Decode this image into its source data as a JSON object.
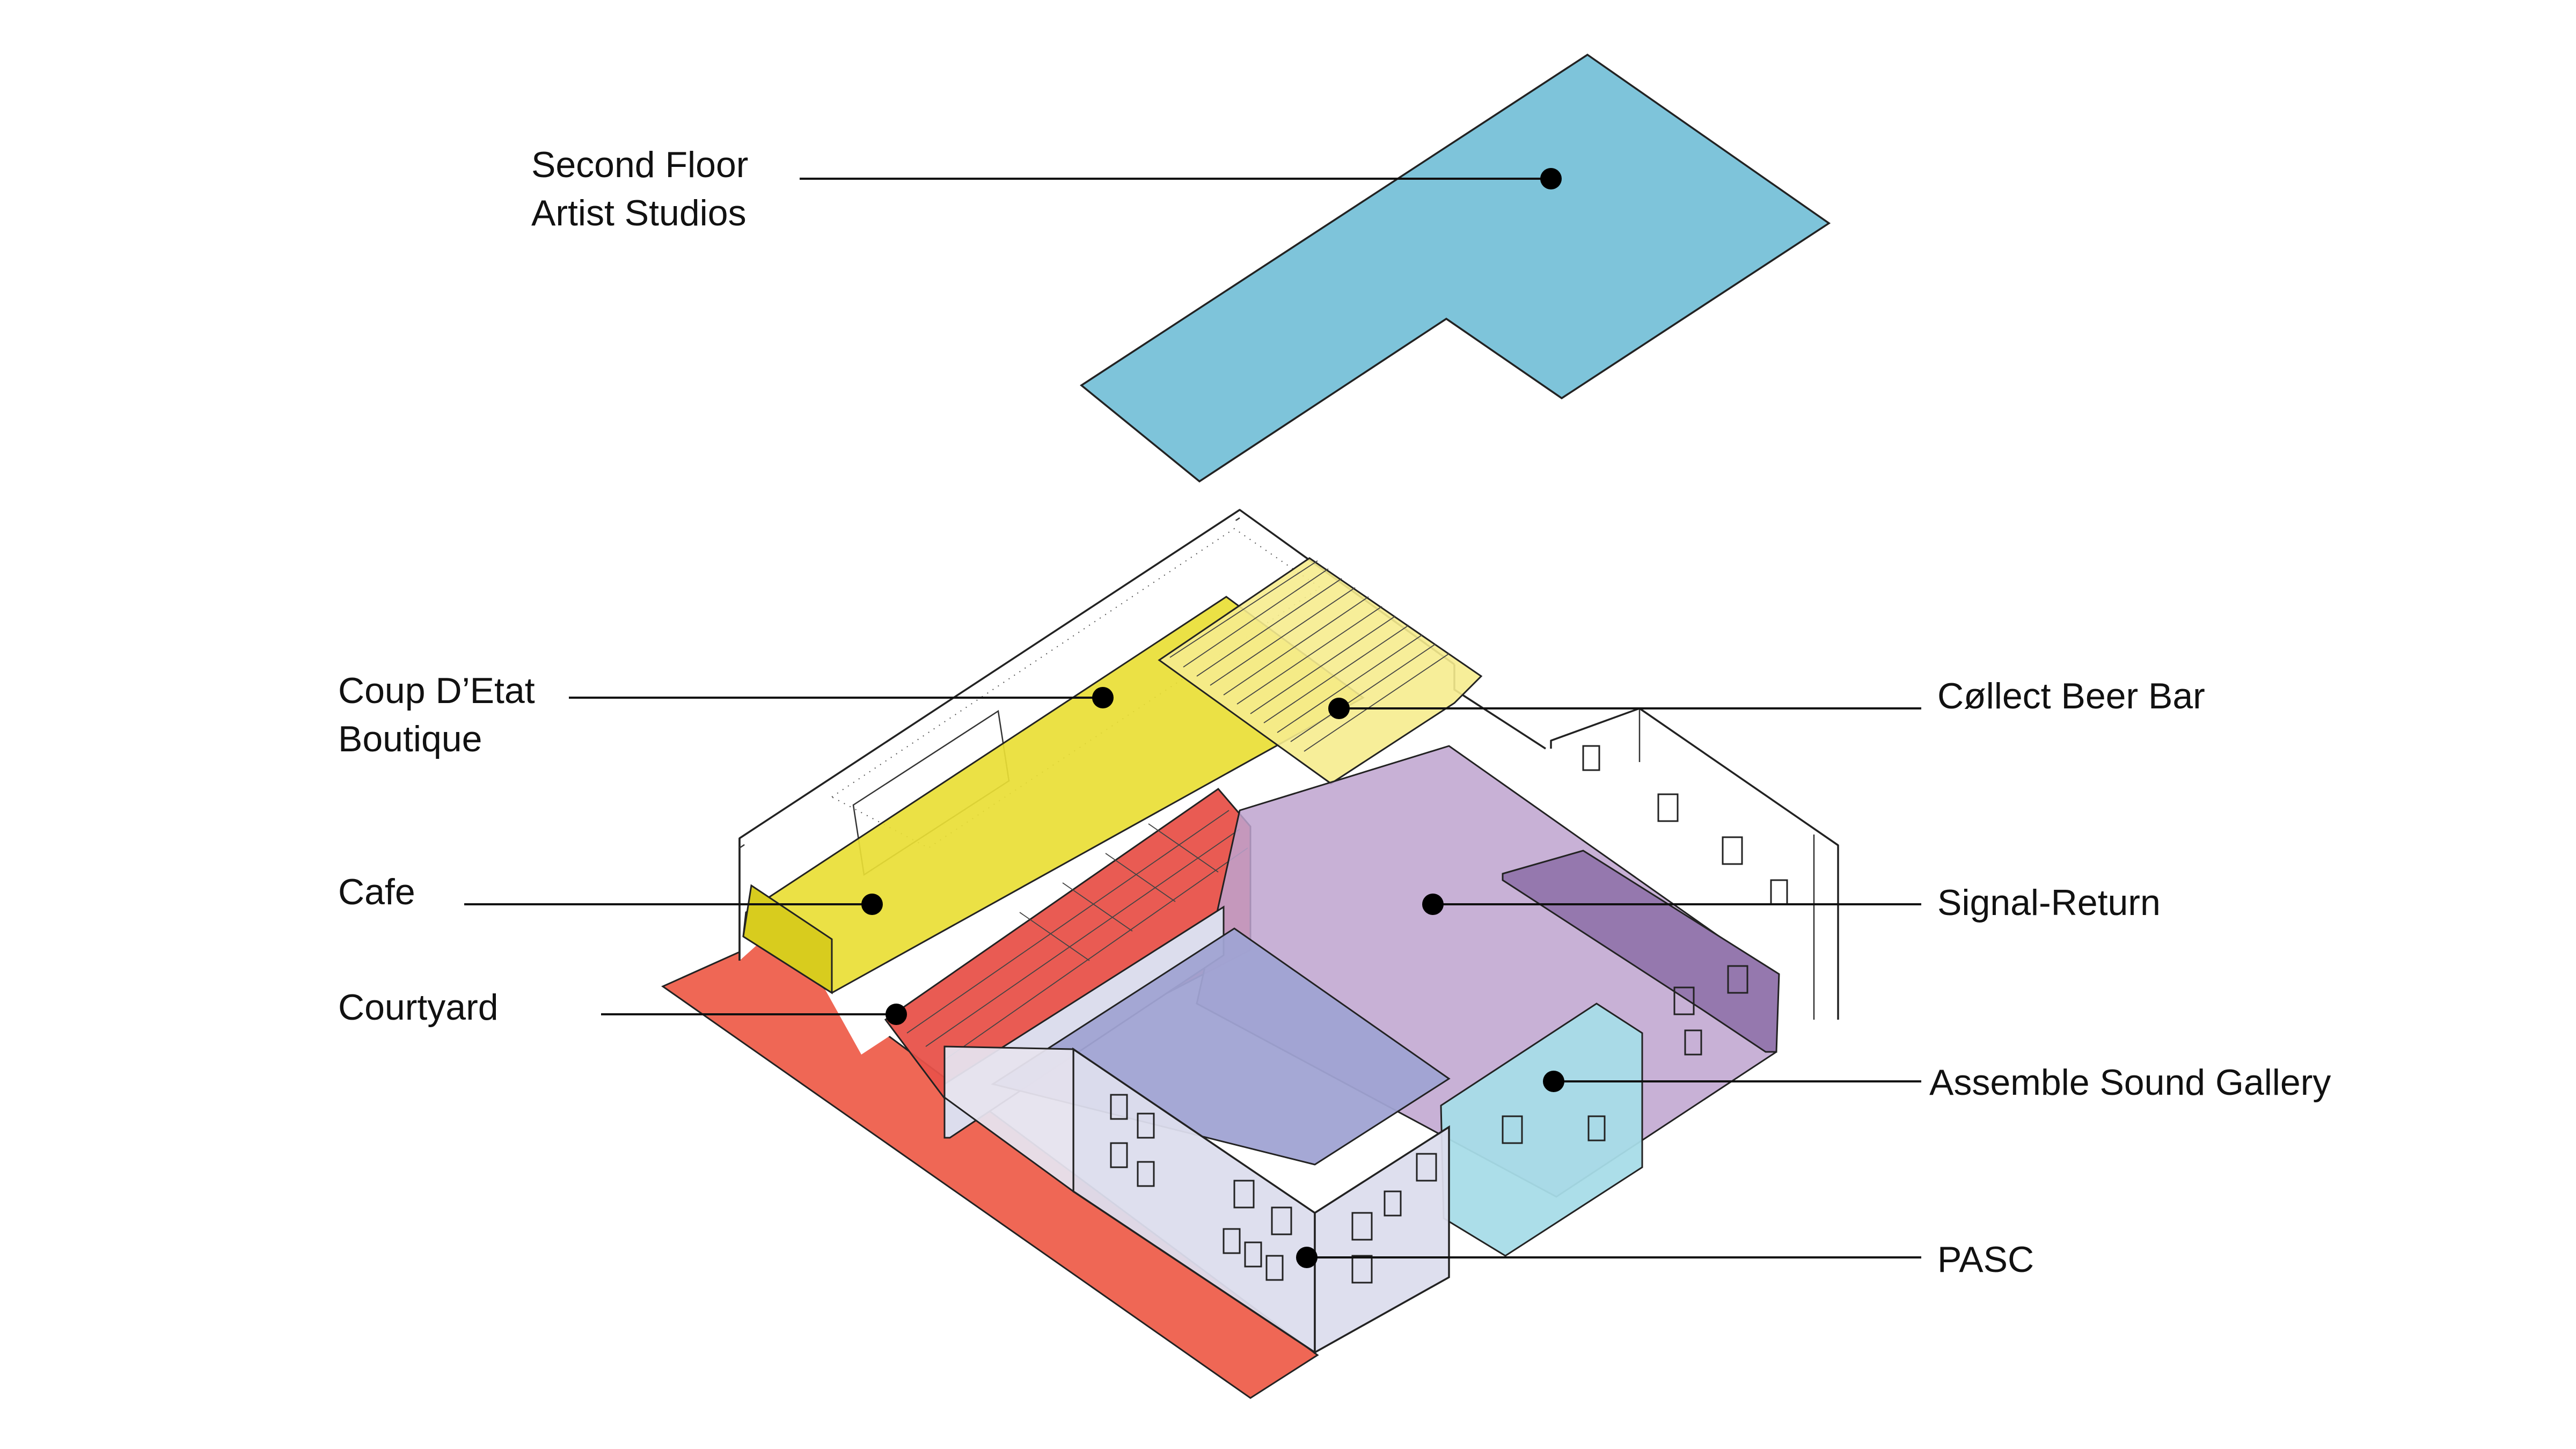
{
  "labels": {
    "second_floor": [
      "Second Floor",
      "Artist Studios"
    ],
    "coup_detat": [
      "Coup D’Etat",
      "Boutique"
    ],
    "cafe": "Cafe",
    "courtyard": "Courtyard",
    "collect": "Cøllect Beer Bar",
    "signal_return": "Signal-Return",
    "assemble": "Assemble Sound Gallery",
    "pasc": "PASC"
  },
  "colors": {
    "second_floor": "#7EC4DA",
    "courtyard": "#EF6755",
    "cafe_red": "#E8524A",
    "coup_yellow": "#E9DE35",
    "collect_yellow": "#F6EC8E",
    "signal_purple": "#BEA3CF",
    "signal_dark": "#9578AE",
    "pasc_blue": "#A0A3D3",
    "pasc_wall": "#DCDDED",
    "assemble_cyan": "#A8DCE8"
  }
}
